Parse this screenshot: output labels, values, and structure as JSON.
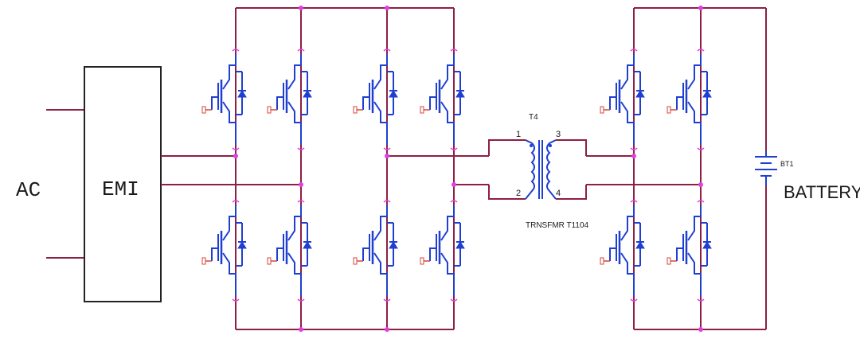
{
  "diagram": {
    "labels": {
      "ac": "AC",
      "emi": "EMI",
      "transformer_ref": "T4",
      "transformer_name": "TRNSFMR T1104",
      "pin1": "1",
      "pin2": "2",
      "pin3": "3",
      "pin4": "4",
      "battery_ref": "BT1",
      "battery_name": "BATTERY"
    },
    "colors": {
      "wire": "#8e1f45",
      "device": "#1f3fd1",
      "node": "#e040e0",
      "gate": "#d4453c",
      "text": "#1a1a1a",
      "border": "#222222"
    }
  }
}
